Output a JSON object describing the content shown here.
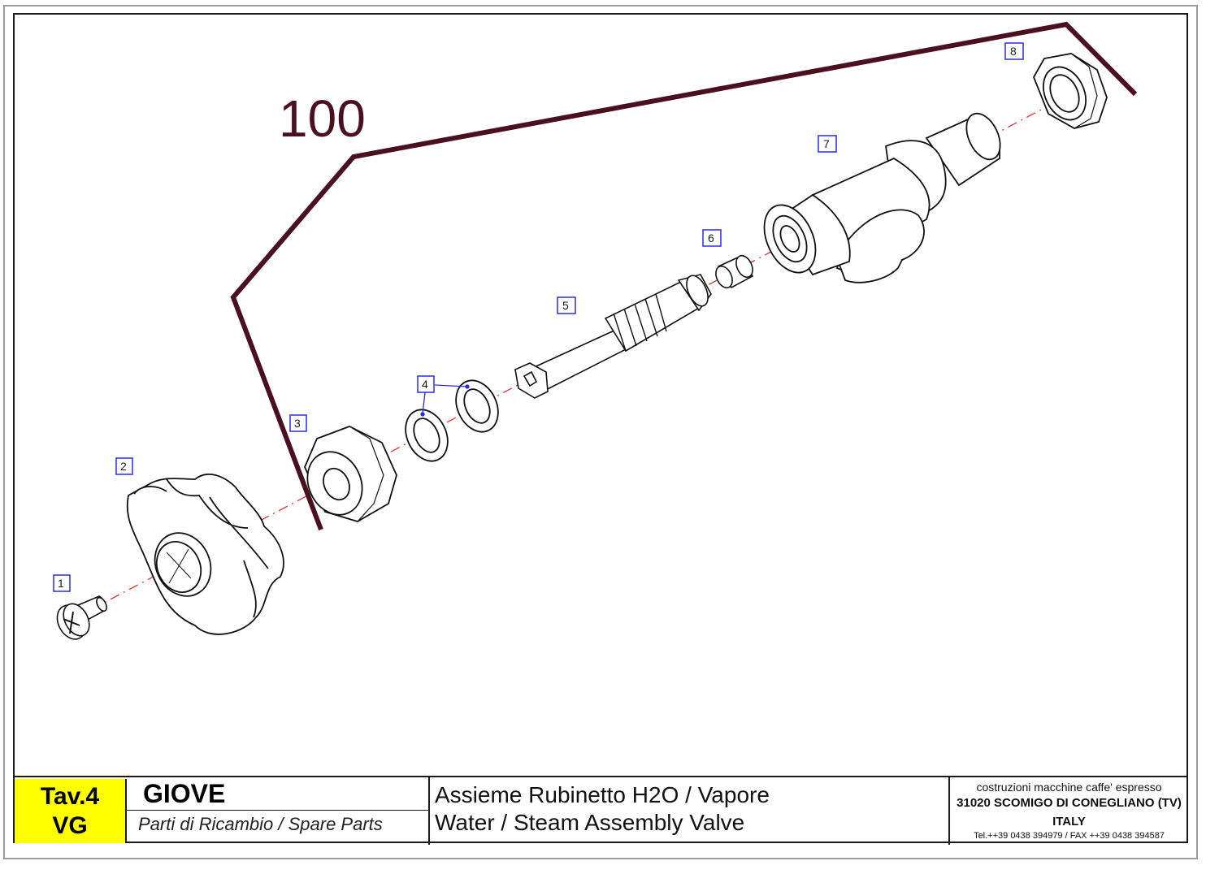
{
  "assembly_label": "100",
  "callouts": [
    "1",
    "2",
    "3",
    "4",
    "5",
    "6",
    "7",
    "8"
  ],
  "colors": {
    "assembly_line": "#4a1020",
    "axis_line": "#e03030",
    "callout_box": "#2a2aee",
    "title_highlight": "#ffff00"
  },
  "title_block": {
    "tav": "Tav.4",
    "code": "VG",
    "model": "GIOVE",
    "subtitle": "Parti di Ricambio / Spare Parts",
    "desc_it": "Assieme Rubinetto H2O / Vapore",
    "desc_en": "Water / Steam Assembly Valve",
    "company_line1": "costruzioni macchine caffe' espresso",
    "company_line2": "31020 SCOMIGO DI CONEGLIANO (TV)",
    "company_line3": "ITALY",
    "company_line4": "Tel.++39 0438 394979 / FAX ++39 0438 394587"
  }
}
